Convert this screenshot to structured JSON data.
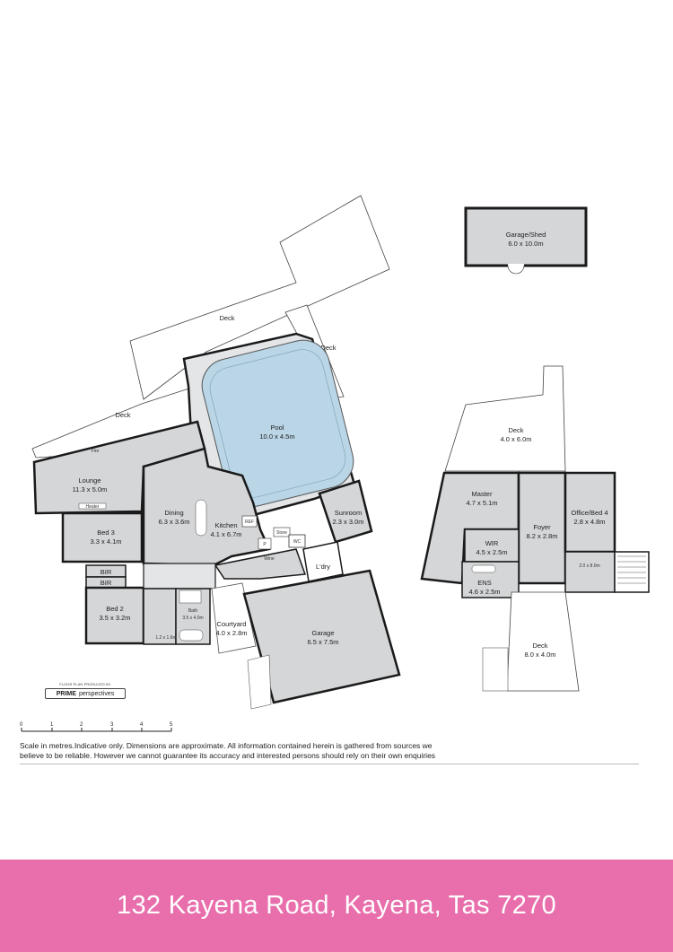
{
  "rooms": {
    "garage_shed": {
      "name": "Garage/Shed",
      "dims": "6.0 x 10.0m"
    },
    "deck_top": {
      "name": "Deck"
    },
    "deck_right": {
      "name": "Deck"
    },
    "deck_left": {
      "name": "Deck"
    },
    "pool": {
      "name": "Pool",
      "dims": "10.0 x 4.5m"
    },
    "fire": {
      "name": "Fire"
    },
    "lounge": {
      "name": "Lounge",
      "dims": "11.3 x 5.0m"
    },
    "heater": {
      "name": "Heater"
    },
    "dining": {
      "name": "Dining",
      "dims": "6.3 x 3.6m"
    },
    "kitchen": {
      "name": "Kitchen",
      "dims": "4.1 x 6.7m"
    },
    "ref": {
      "name": "REF"
    },
    "p": {
      "name": "P"
    },
    "store": {
      "name": "Store"
    },
    "wc": {
      "name": "WC"
    },
    "wine": {
      "name": "Wine"
    },
    "sunroom": {
      "name": "Sunroom",
      "dims": "2.3 x 3.0m"
    },
    "laundry": {
      "name": "L'dry"
    },
    "bed3": {
      "name": "Bed 3",
      "dims": "3.3 x 4.1m"
    },
    "bir1": {
      "name": "BIR"
    },
    "bir2": {
      "name": "BIR"
    },
    "bed2": {
      "name": "Bed 2",
      "dims": "3.5 x 3.2m"
    },
    "bath": {
      "name": "Bath",
      "dims": "3.5 x 4.0m"
    },
    "small": {
      "dims": "1.2 x 1.6m"
    },
    "courtyard": {
      "name": "Courtyard",
      "dims": "4.0 x 2.8m"
    },
    "garage": {
      "name": "Garage",
      "dims": "6.5 x 7.5m"
    },
    "deck_upper": {
      "name": "Deck",
      "dims": "4.0 x 6.0m"
    },
    "master": {
      "name": "Master",
      "dims": "4.7 x 5.1m"
    },
    "foyer": {
      "name": "Foyer",
      "dims": "8.2 x 2.8m"
    },
    "office": {
      "name": "Office/Bed 4",
      "dims": "2.8 x 4.8m"
    },
    "wir": {
      "name": "WIR",
      "dims": "4.5 x 2.5m"
    },
    "ens": {
      "name": "ENS",
      "dims": "4.6 x 2.5m"
    },
    "landing": {
      "dims": "2.0 x 8.0m"
    },
    "deck_lower": {
      "name": "Deck",
      "dims": "8.0 x 4.0m"
    }
  },
  "credit": {
    "top": "FLOOR PLAN PRODUCED BY",
    "brand": "PRIME",
    "brand2": "perspectives"
  },
  "scale": {
    "ticks": [
      "0",
      "1",
      "2",
      "3",
      "4",
      "5"
    ]
  },
  "disclaimer": "Scale in metres.Indicative only. Dimensions are approximate. All information contained herein is gathered from sources we believe to be reliable. However we cannot guarantee its accuracy and interested persons should rely on their own enquiries",
  "address": "132 Kayena Road, Kayena, Tas 7270",
  "colors": {
    "room_fill": "#d4d6d8",
    "pool_fill": "#b9d5e6",
    "wall": "#1a1a1a",
    "footer": "#e86fac"
  }
}
